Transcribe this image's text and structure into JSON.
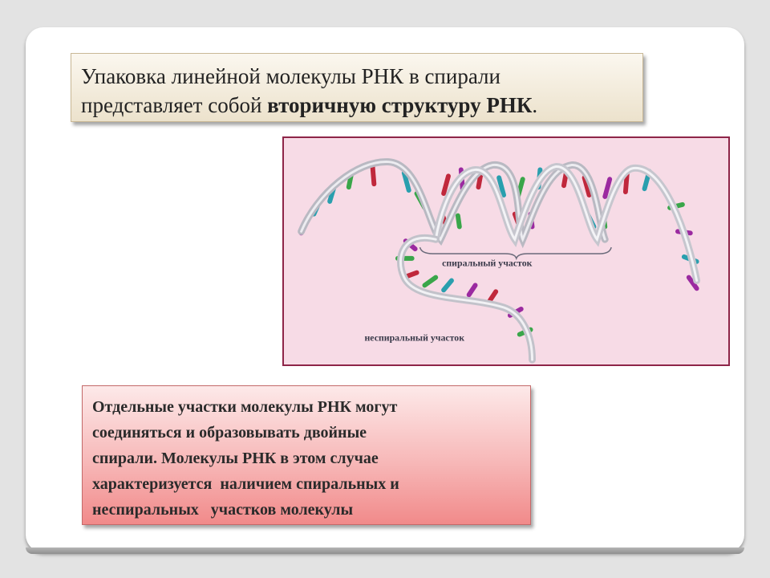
{
  "title": {
    "line1": "Упаковка  линейной молекулы РНК  в спирали",
    "line2_prefix": "представляет собой ",
    "line2_bold": "вторичную структуру РНК",
    "line2_suffix": "."
  },
  "figure": {
    "label_spiral": "спиральный участок",
    "label_nonspiral": "неспиральный участок",
    "colors": {
      "background": "#f7dbe6",
      "border": "#8e2548",
      "strand": "#cfcfd6",
      "base_red": "#c0283c",
      "base_teal": "#2a9fae",
      "base_green": "#3aa64a",
      "base_purple": "#9b2aa0"
    }
  },
  "info": {
    "lines": [
      "Отдельные участки молекулы РНК могут",
      "соединяться и образовывать двойные",
      "спирали. Молекулы РНК в этом случае",
      "характеризуется  наличием спиральных и",
      "неспиральных   участков молекулы"
    ]
  }
}
